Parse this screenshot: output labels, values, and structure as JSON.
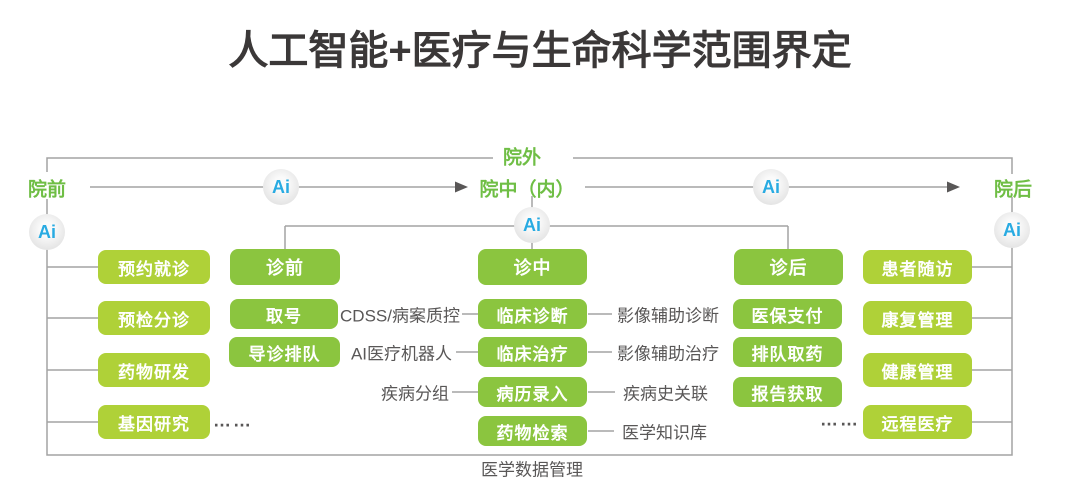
{
  "title": "人工智能+医疗与生命科学范围界定",
  "stages": {
    "outside": "院外",
    "pre_hospital": "院前",
    "in_hospital": "院中（内）",
    "post_hospital": "院后"
  },
  "ai_badge_label": "Ai",
  "columns": {
    "pre_hospital": {
      "items": [
        "预约就诊",
        "预检分诊",
        "药物研发",
        "基因研究"
      ],
      "ellipsis": "……"
    },
    "pre_visit": {
      "header": "诊前",
      "items": [
        "取号",
        "导诊排队"
      ]
    },
    "in_visit": {
      "header": "诊中",
      "items": [
        "临床诊断",
        "临床治疗",
        "病历录入",
        "药物检索"
      ]
    },
    "post_visit": {
      "header": "诊后",
      "items": [
        "医保支付",
        "排队取药",
        "报告获取"
      ],
      "ellipsis": "……"
    },
    "post_hospital": {
      "items": [
        "患者随访",
        "康复管理",
        "健康管理",
        "远程医疗"
      ]
    }
  },
  "annotations": {
    "left_of_center": [
      "CDSS/病案质控",
      "AI医疗机器人",
      "疾病分组"
    ],
    "right_of_center": [
      "影像辅助诊断",
      "影像辅助治疗",
      "疾病史关联",
      "医学知识库"
    ]
  },
  "footer_label": "医学数据管理",
  "colors": {
    "light_green": "#afd138",
    "green": "#8bc53f",
    "stage_green": "#6fbe45",
    "ai_blue": "#29abe2",
    "line_gray": "#a3a3a3",
    "text_gray": "#595757"
  }
}
